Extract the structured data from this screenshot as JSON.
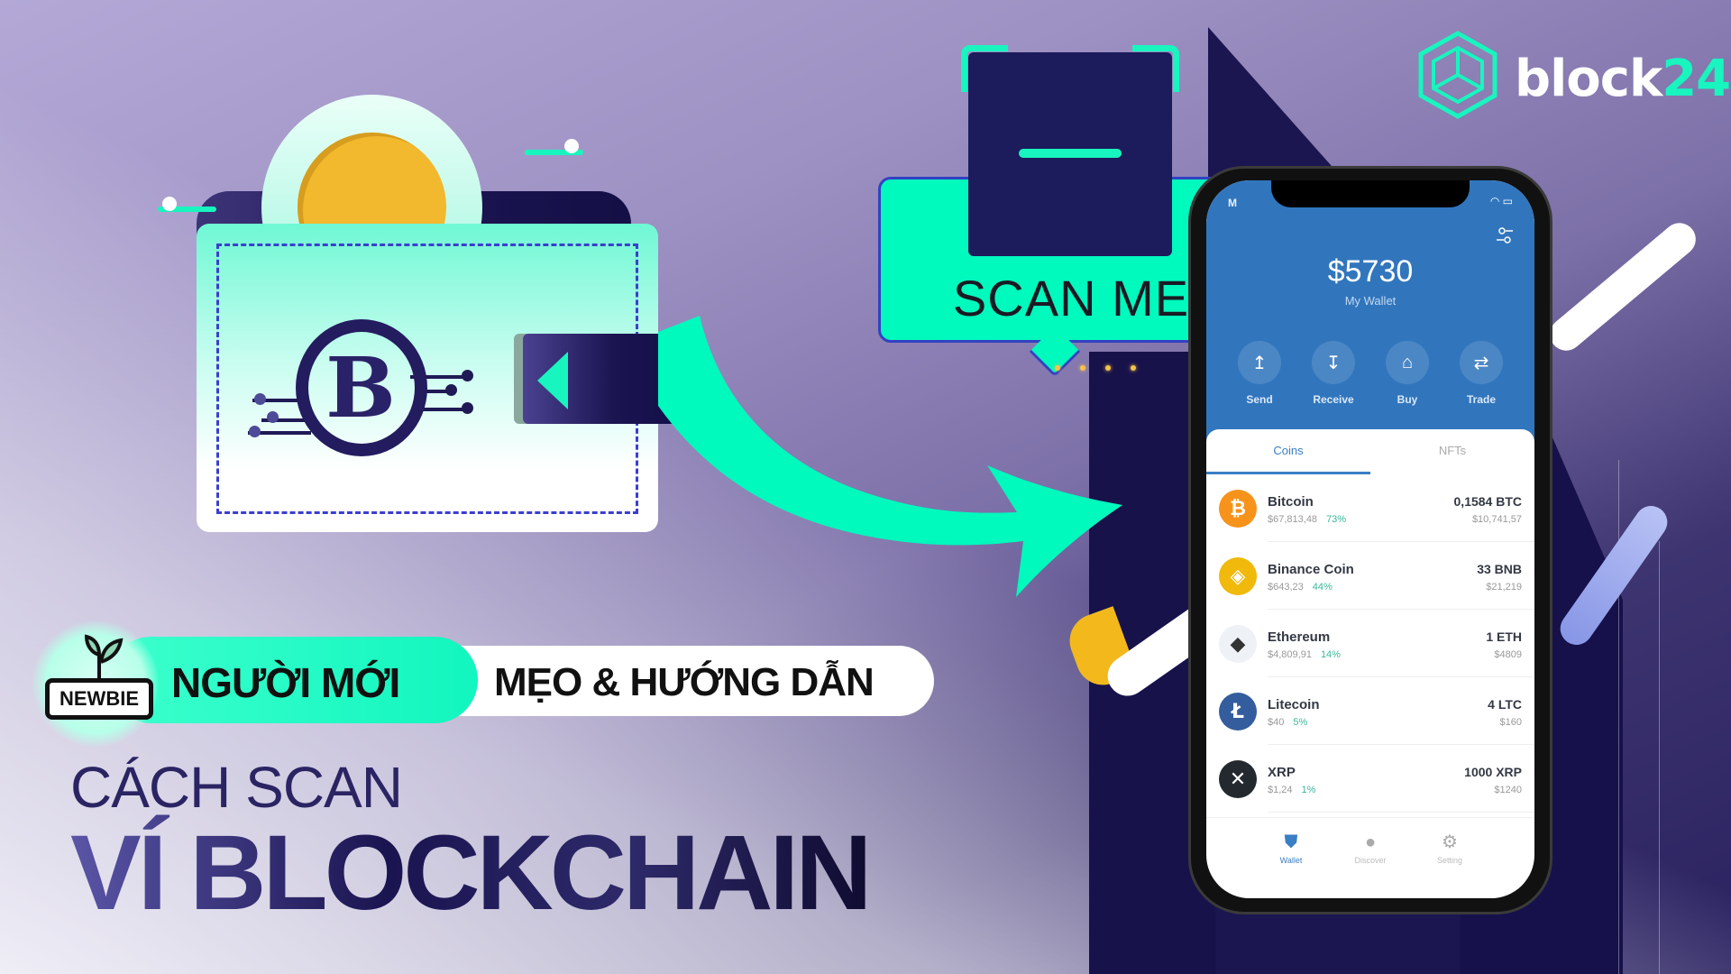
{
  "brand": {
    "logo_text_main": "block",
    "logo_text_accent": "24",
    "accent_color": "#18f5bf",
    "dark_color": "#1a1450"
  },
  "scan": {
    "label": "SCAN ME"
  },
  "badge": {
    "newbie_label": "NEWBIE",
    "category_primary": "NGƯỜI MỚI",
    "category_secondary": "MẸO & HƯỚNG DẪN"
  },
  "title": {
    "line1": "CÁCH SCAN",
    "line2": "VÍ BLOCKCHAIN"
  },
  "phone": {
    "status_time": "M",
    "balance": "$5730",
    "wallet_name": "My Wallet",
    "actions": [
      {
        "label": "Send",
        "icon": "arrow-up-icon"
      },
      {
        "label": "Receive",
        "icon": "arrow-down-icon"
      },
      {
        "label": "Buy",
        "icon": "tag-icon"
      },
      {
        "label": "Trade",
        "icon": "swap-icon"
      }
    ],
    "tabs": [
      {
        "label": "Coins",
        "active": true
      },
      {
        "label": "NFTs",
        "active": false
      }
    ],
    "coins": [
      {
        "name": "Bitcoin",
        "price": "$67,813,48",
        "change": "73%",
        "amount": "0,1584 BTC",
        "value": "$10,741,57",
        "color": "#f7931a",
        "symbol": "₿"
      },
      {
        "name": "Binance Coin",
        "price": "$643,23",
        "change": "44%",
        "amount": "33 BNB",
        "value": "$21,219",
        "color": "#f0b90b",
        "symbol": "◈"
      },
      {
        "name": "Ethereum",
        "price": "$4,809,91",
        "change": "14%",
        "amount": "1 ETH",
        "value": "$4809",
        "color": "#eef1f6",
        "symbol": "◆"
      },
      {
        "name": "Litecoin",
        "price": "$40",
        "change": "5%",
        "amount": "4 LTC",
        "value": "$160",
        "color": "#345d9d",
        "symbol": "Ł"
      },
      {
        "name": "XRP",
        "price": "$1,24",
        "change": "1%",
        "amount": "1000 XRP",
        "value": "$1240",
        "color": "#23292f",
        "symbol": "✕"
      }
    ],
    "nav": [
      {
        "label": "Wallet",
        "active": true
      },
      {
        "label": "Discover",
        "active": false
      },
      {
        "label": "Setting",
        "active": false
      }
    ]
  }
}
